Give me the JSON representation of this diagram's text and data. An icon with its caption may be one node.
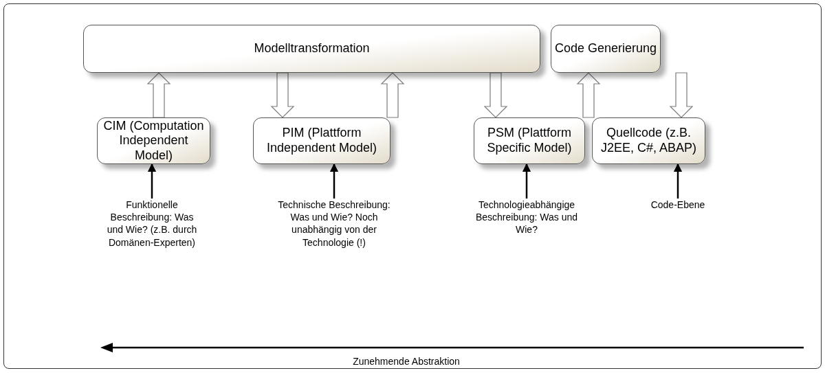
{
  "diagram": {
    "nodes": [
      {
        "text": [],
        "shape": "box"
      },
      {
        "text": [
          "Modelltransformation"
        ],
        "in": 0
      },
      {
        "text": [
          "Code Generierung"
        ],
        "in": 0
      },
      {
        "text": [
          "CIM (Computation Independent Model)"
        ],
        "in": 0
      },
      {
        "text": [
          "PIM (Plattform Independent Model)"
        ],
        "in": 0
      },
      {
        "text": [
          "PSM (Plattform Specific Model)"
        ],
        "in": 0
      },
      {
        "text": [
          "Quellcode (z.B. J2EE, C#, ABAP)"
        ],
        "in": 0
      },
      {
        "text": [
          "Funktionelle Beschreibung: Was und Wie? (z.B. durch Domänen-Experten)"
        ],
        "in": 0
      },
      {
        "text": [
          "Technische Beschreibung: Was und Wie? Noch unabhängig von der Technologie (!)"
        ],
        "in": 0
      },
      {
        "text": [
          "Technologieabhängige Beschreibung: Was und Wie?"
        ],
        "in": 0
      },
      {
        "text": [
          "Code-Ebene"
        ],
        "in": 0
      }
    ],
    "edges": [
      {
        "from": 3,
        "to": 1,
        "arrow": "to",
        "style": "thick"
      },
      {
        "from": 1,
        "to": 4,
        "arrow": "to",
        "style": "thick"
      },
      {
        "from": 4,
        "to": 1,
        "arrow": "to",
        "style": "thick"
      },
      {
        "from": 1,
        "to": 5,
        "arrow": "to",
        "style": "thick"
      },
      {
        "from": 5,
        "to": 2,
        "arrow": "to",
        "style": "thick"
      },
      {
        "from": 2,
        "to": 6,
        "arrow": "to",
        "style": "thick"
      },
      {
        "from": 7,
        "to": 3,
        "arrow": "to"
      },
      {
        "from": 8,
        "to": 4,
        "arrow": "to"
      },
      {
        "from": 9,
        "to": 5,
        "arrow": "to"
      },
      {
        "from": 10,
        "to": 6,
        "arrow": "to"
      }
    ],
    "labels": [
      "Zunehmende Abstraktion"
    ]
  }
}
